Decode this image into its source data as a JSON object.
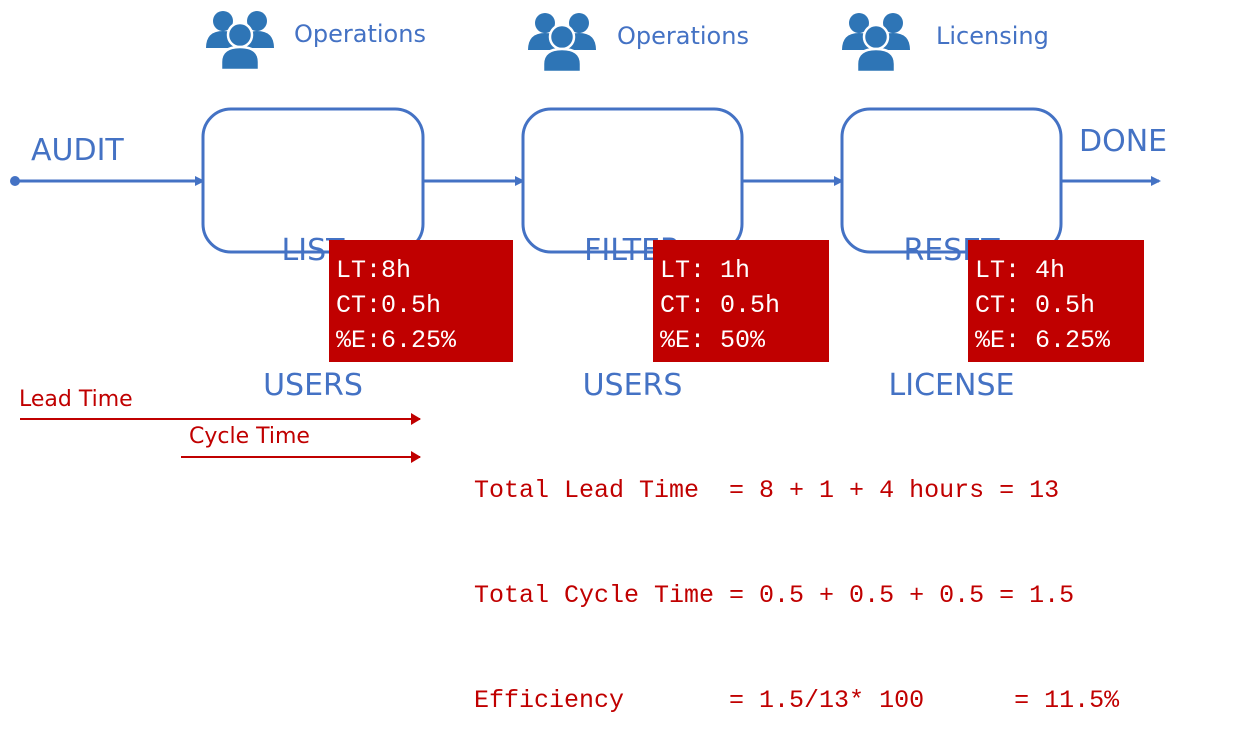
{
  "teams": [
    {
      "label": "Operations",
      "icon": "users-group-icon"
    },
    {
      "label": "Operations",
      "icon": "users-group-icon"
    },
    {
      "label": "Licensing",
      "icon": "users-group-icon"
    }
  ],
  "flow": {
    "start_label": "AUDIT",
    "end_label": "DONE"
  },
  "steps": [
    {
      "line1": "LIST",
      "line2": "USERS",
      "lt": "LT:8h",
      "ct": "CT:0.5h",
      "e": "%E:6.25%"
    },
    {
      "line1": "FILTER",
      "line2": "USERS",
      "lt": "LT: 1h",
      "ct": "CT: 0.5h",
      "e": "%E: 50%"
    },
    {
      "line1": "RESET",
      "line2": "LICENSE",
      "lt": "LT: 4h",
      "ct": "CT: 0.5h",
      "e": "%E: 6.25%"
    }
  ],
  "legend": {
    "lead_time": "Lead Time",
    "cycle_time": "Cycle Time"
  },
  "summary": {
    "line1": "Total Lead Time  = 8 + 1 + 4 hours = 13",
    "line2": "Total Cycle Time = 0.5 + 0.5 + 0.5 = 1.5",
    "line3": "Efficiency       = 1.5/13* 100      = 11.5%"
  },
  "colors": {
    "flow_blue": "#4472c4",
    "icon_blue": "#2e75b6",
    "metric_red": "#c00000"
  }
}
